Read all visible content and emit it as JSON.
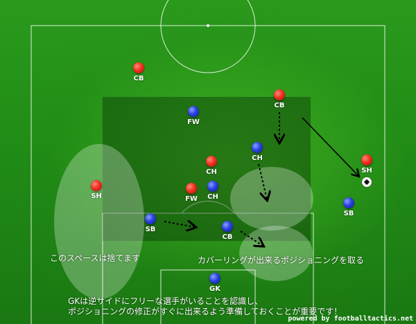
{
  "players": [
    {
      "team": "red",
      "label": "CB"
    },
    {
      "team": "red",
      "label": "CB"
    },
    {
      "team": "red",
      "label": "CH"
    },
    {
      "team": "red",
      "label": "SH"
    },
    {
      "team": "red",
      "label": "FW"
    },
    {
      "team": "red",
      "label": "SH"
    },
    {
      "team": "blue",
      "label": "FW"
    },
    {
      "team": "blue",
      "label": "CH"
    },
    {
      "team": "blue",
      "label": "CH"
    },
    {
      "team": "blue",
      "label": "SB"
    },
    {
      "team": "blue",
      "label": "CB"
    },
    {
      "team": "blue",
      "label": "SB"
    },
    {
      "team": "blue",
      "label": "GK"
    }
  ],
  "annotations": {
    "space": "このスペースは捨てます",
    "cover": "カバーリングが出来るポジショニングを取る",
    "note_line1": "GKは逆サイドにフリーな選手がいることを認識し、",
    "note_line2": "ポジショニングの修正がすぐに出来るよう準備しておくことが重要です！"
  },
  "credit": "powered by footballtactics.net",
  "colors": {
    "red_team": "#f03020",
    "blue_team": "#2a40e0",
    "pitch": "#2a9a1c"
  }
}
